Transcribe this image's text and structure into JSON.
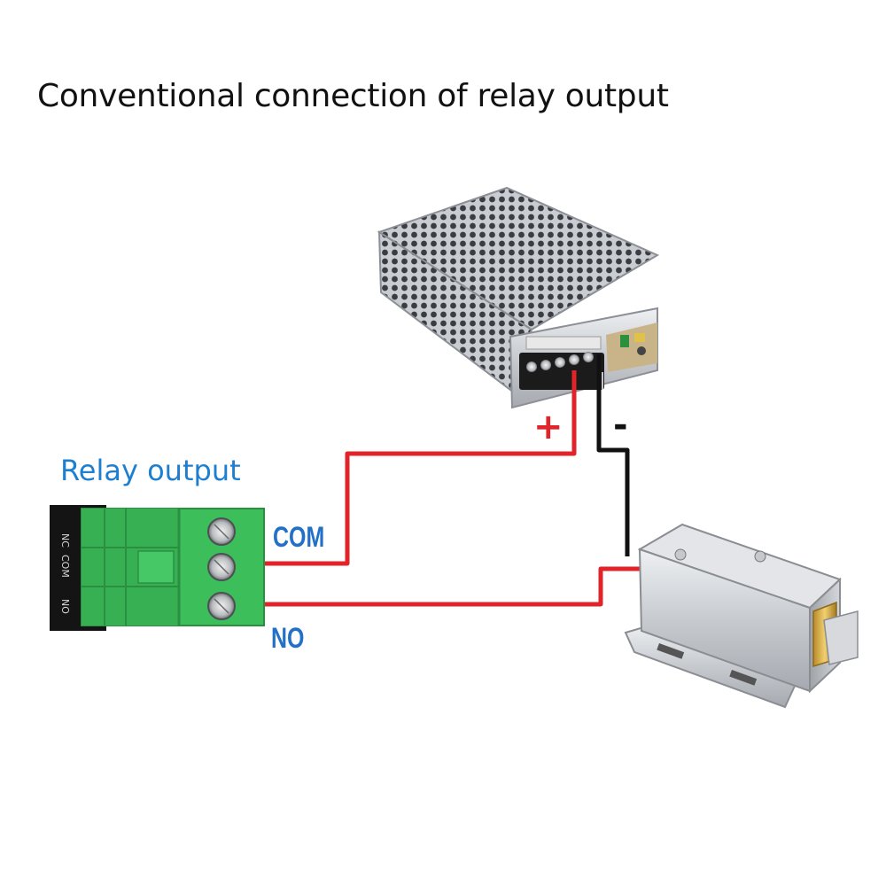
{
  "title": "Conventional connection of relay output",
  "relay_label": "Relay output",
  "terminals": {
    "com": "COM",
    "no": "NO"
  },
  "relay_block_pins": [
    "NC",
    "COM",
    "NO"
  ],
  "polarity": {
    "positive": "+",
    "negative": "-"
  },
  "colors": {
    "positive_wire": "#e0242a",
    "negative_wire": "#111111",
    "relay_label": "#1e7fd0",
    "terminal_labels": "#2270c8",
    "connector_green": "#3cbf5a"
  },
  "icons": {
    "power_supply": "power-supply-icon",
    "relay_connector": "terminal-block-icon",
    "lock": "electric-lock-icon"
  }
}
